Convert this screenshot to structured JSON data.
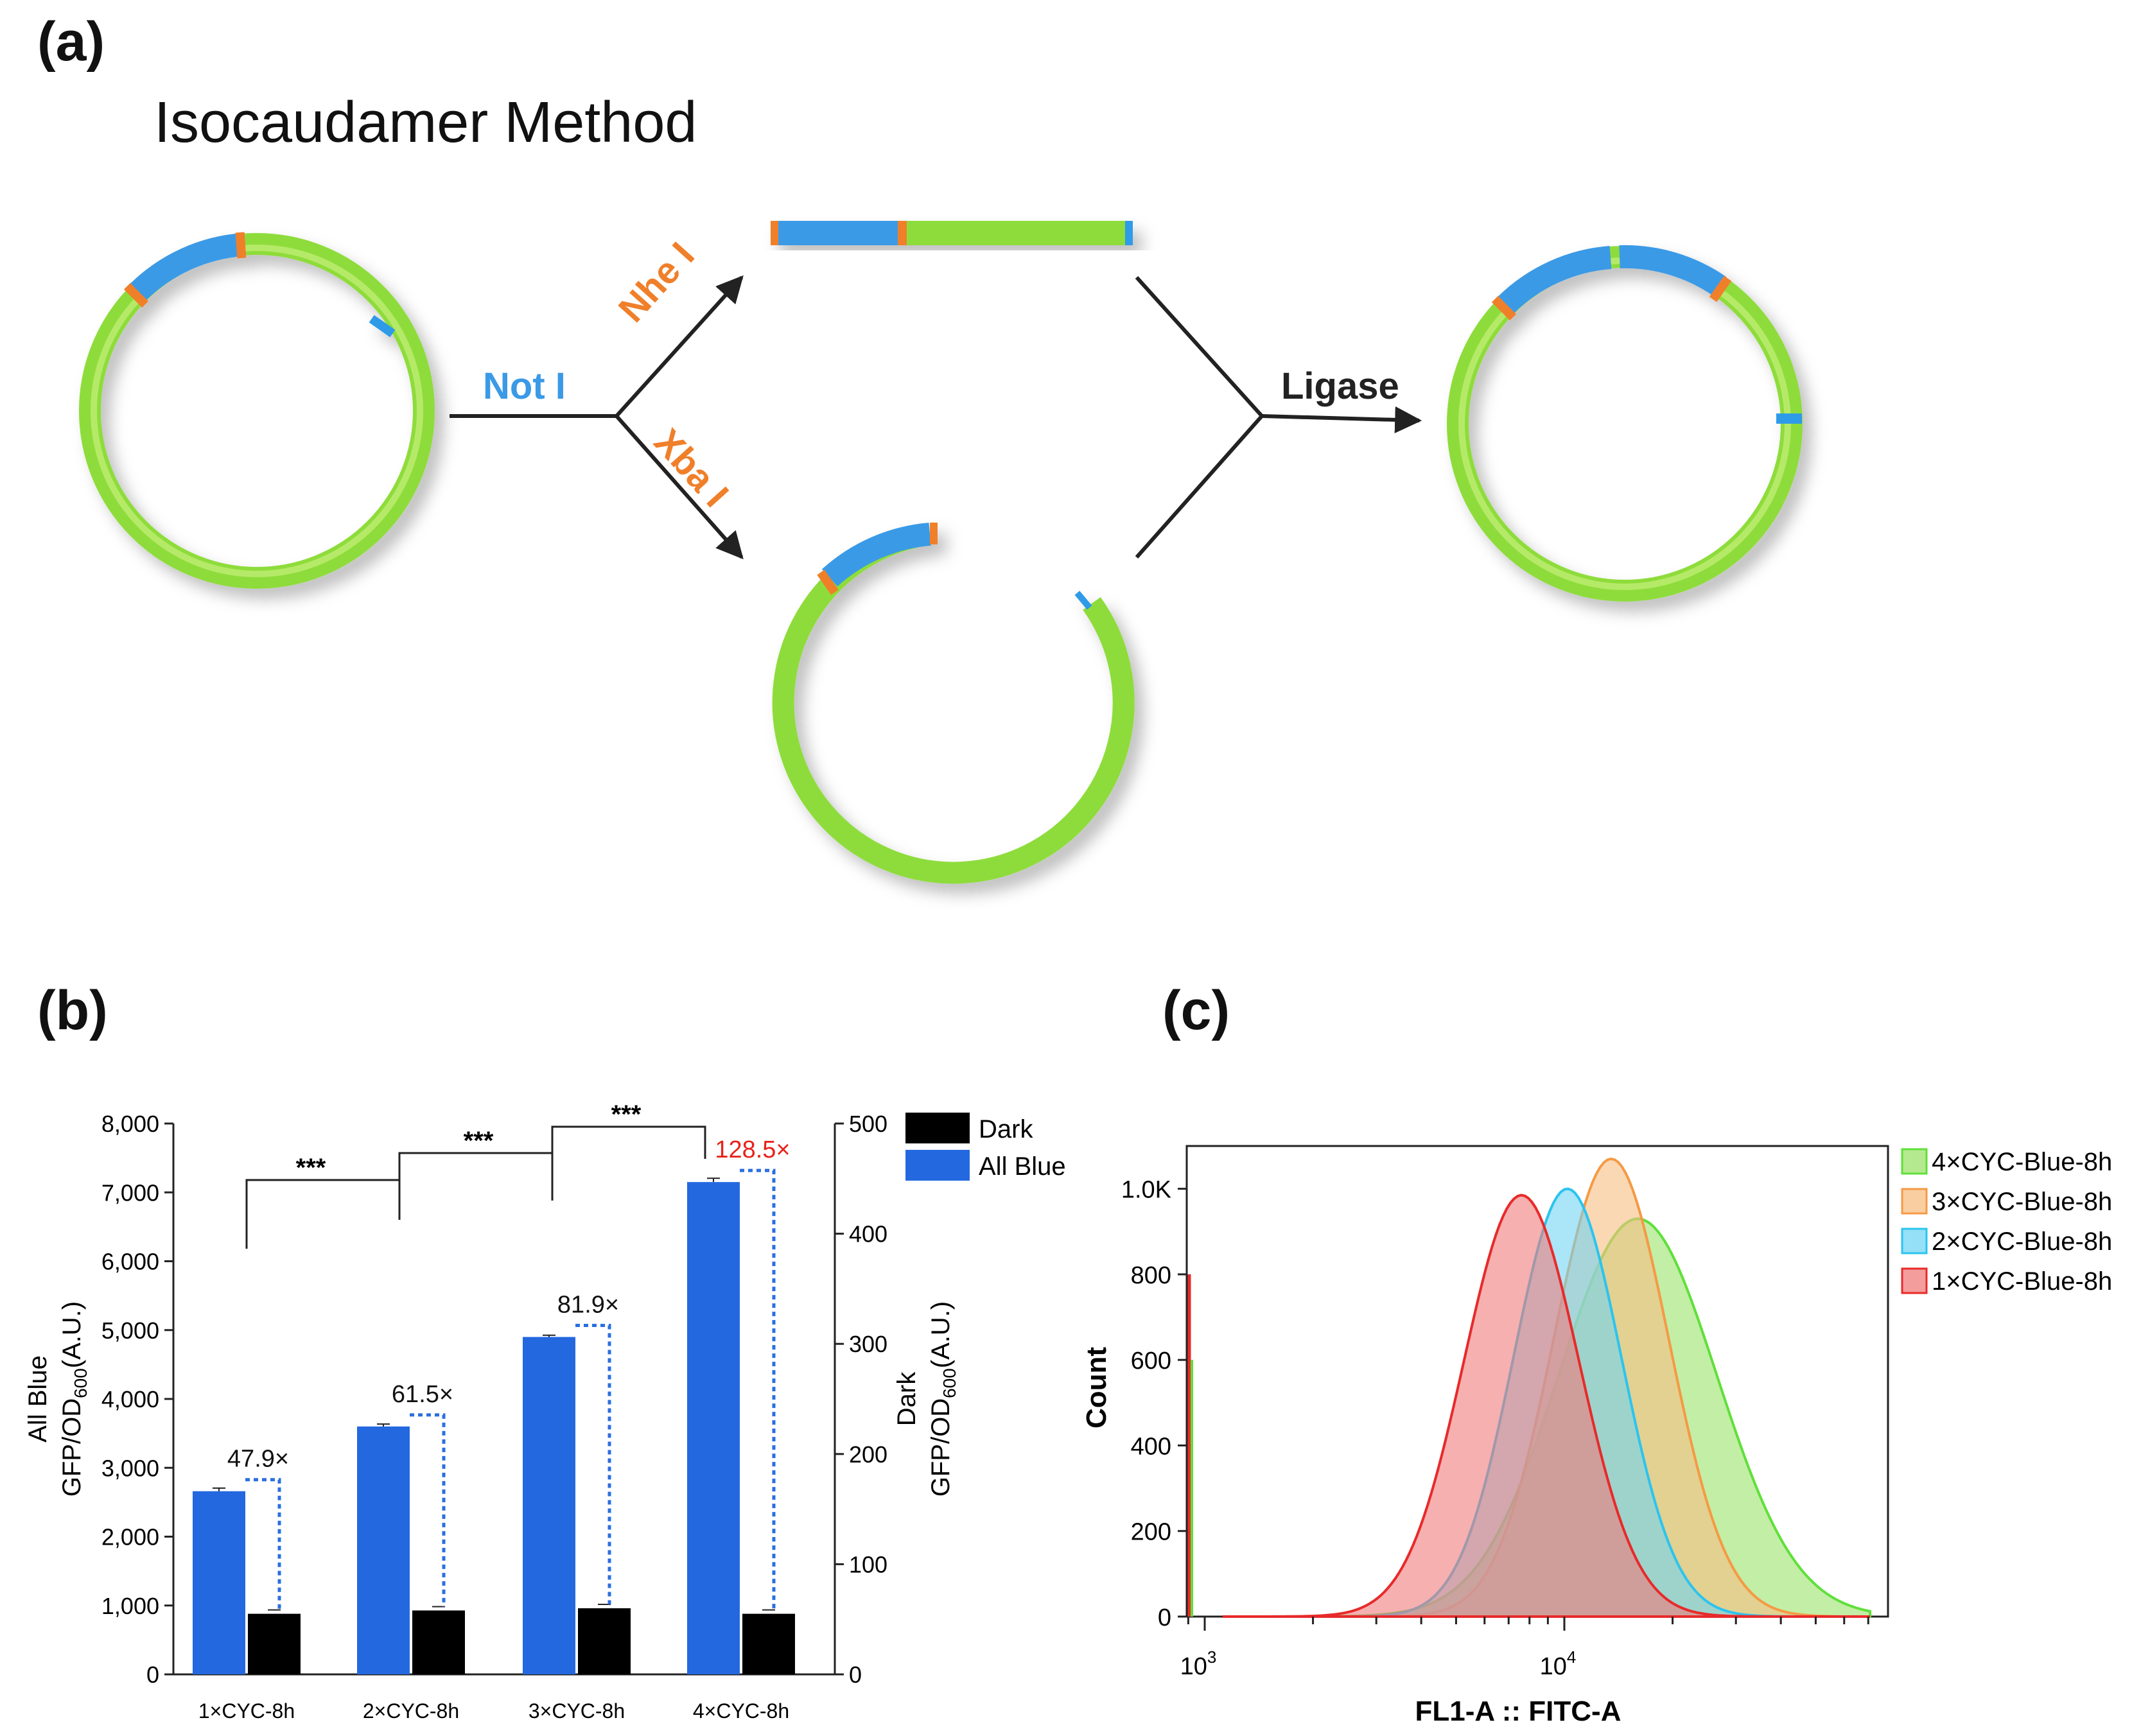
{
  "panels": {
    "a": "(a)",
    "b": "(b)",
    "c": "(c)"
  },
  "panel_a": {
    "title": "Isocaudamer Method",
    "enzymes": {
      "not": "Not I",
      "nhe": "Nhe I",
      "xba": "Xba I"
    },
    "ligase": "Ligase",
    "colors": {
      "plasmid": "#8edc3a",
      "insert": "#3b9ae6",
      "not_site": "#2e9be8",
      "nhe_xba_site": "#f07f2a"
    }
  },
  "chart_data": [
    {
      "type": "bar",
      "panel": "b",
      "categories": [
        "1×CYC-8h",
        "2×CYC-8h",
        "3×CYC-8h",
        "4×CYC-8h"
      ],
      "series": [
        {
          "name": "All Blue",
          "axis": "left",
          "values": [
            2660,
            3600,
            4900,
            7150
          ],
          "color": "#2468e0"
        },
        {
          "name": "Dark",
          "axis": "right",
          "values": [
            55,
            58,
            60,
            55
          ],
          "color": "#000000"
        }
      ],
      "left_axis": {
        "label_line1": "All Blue",
        "label_line2": "GFP/OD",
        "subscript": "600",
        "unit": "(A.U.)",
        "ylim": [
          0,
          8000
        ],
        "ticks": [
          "0",
          "1,000",
          "2,000",
          "3,000",
          "4,000",
          "5,000",
          "6,000",
          "7,000",
          "8,000"
        ]
      },
      "right_axis": {
        "label_line1": "Dark",
        "label_line2": "GFP/OD",
        "subscript": "600",
        "unit": "(A.U.)",
        "ylim": [
          0,
          500
        ],
        "ticks": [
          "0",
          "100",
          "200",
          "300",
          "400",
          "500"
        ]
      },
      "fold_labels": [
        "47.9×",
        "61.5×",
        "81.9×",
        "128.5×"
      ],
      "fold_label_colors": [
        "#111111",
        "#111111",
        "#111111",
        "#e8221b"
      ],
      "significance": [
        "***",
        "***",
        "***"
      ],
      "legend": {
        "placement": "top-right",
        "entries": [
          "Dark",
          "All Blue"
        ]
      }
    },
    {
      "type": "area",
      "panel": "c",
      "xlabel": "FL1-A :: FITC-A",
      "ylabel": "Count",
      "x_scale": "log",
      "x_ticks": [
        {
          "base": "10",
          "exp": "3"
        },
        {
          "base": "10",
          "exp": "4"
        }
      ],
      "y_ticks": [
        "0",
        "200",
        "400",
        "600",
        "800",
        "1.0K"
      ],
      "ylim": [
        0,
        1100
      ],
      "series": [
        {
          "name": "4×CYC-Blue-8h",
          "peak_x": 16000,
          "peak_count": 930,
          "width": 0.22,
          "stroke": "#5fe03a",
          "fill": "#9be26a"
        },
        {
          "name": "3×CYC-Blue-8h",
          "peak_x": 13500,
          "peak_count": 1070,
          "width": 0.16,
          "stroke": "#f59a45",
          "fill": "#f7be82"
        },
        {
          "name": "2×CYC-Blue-8h",
          "peak_x": 10200,
          "peak_count": 1000,
          "width": 0.15,
          "stroke": "#2cc4ef",
          "fill": "#72d4f4"
        },
        {
          "name": "1×CYC-Blue-8h",
          "peak_x": 7600,
          "peak_count": 985,
          "width": 0.16,
          "stroke": "#e82a2a",
          "fill": "#f07c7c"
        }
      ],
      "legend": {
        "placement": "right"
      }
    }
  ]
}
